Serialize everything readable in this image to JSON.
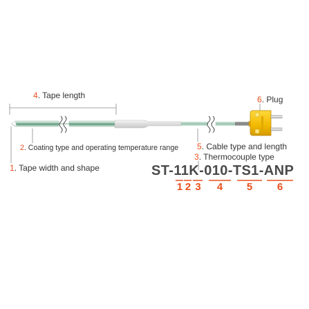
{
  "labels": {
    "tape_length": {
      "num": "4",
      "text": ". Tape length"
    },
    "plug": {
      "num": "6",
      "text": ". Plug"
    },
    "coating": {
      "num": "2",
      "text": ". Coating type and operating temperature range"
    },
    "cable": {
      "num": "5",
      "text": ". Cable type and length"
    },
    "tape_width": {
      "num": "1",
      "text": ". Tape width and shape"
    },
    "thermocouple": {
      "num": "3",
      "text": ". Thermocouple type"
    }
  },
  "code": {
    "parts": [
      "ST-",
      "11",
      "K",
      "-",
      "010",
      "-",
      "TS1",
      "-",
      "ANP"
    ]
  },
  "digits": [
    "1",
    "2",
    "3",
    "4",
    "5",
    "6"
  ],
  "colors": {
    "accent": "#e8501e",
    "text": "#333333",
    "plug_yellow": "#f5c400",
    "tape_green": "#7db39b"
  }
}
